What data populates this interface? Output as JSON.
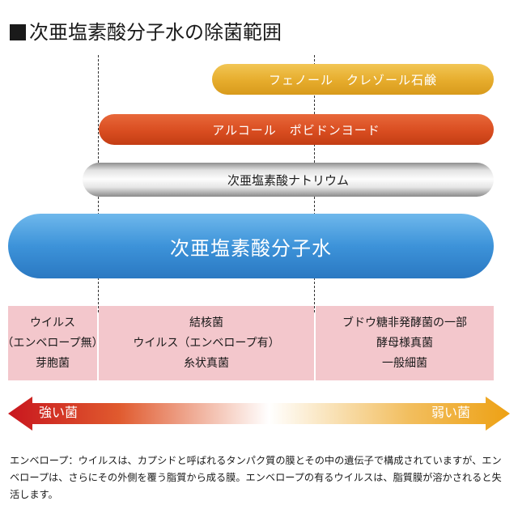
{
  "title": "次亜塩素酸分子水の除菌範囲",
  "bars": {
    "phenol": "フェノール　クレゾール石鹸",
    "alcohol": "アルコール　ポビドンヨード",
    "sodium_hypochlorite": "次亜塩素酸ナトリウム",
    "hypochlorous_water": "次亜塩素酸分子水"
  },
  "microbes": {
    "group1": [
      "ウイルス",
      "（エンベロープ無）",
      "芽胞菌"
    ],
    "group2": [
      "結核菌",
      "ウイルス（エンベロープ有）",
      "糸状真菌"
    ],
    "group3": [
      "ブドウ糖非発酵菌の一部",
      "酵母様真菌",
      "一般細菌"
    ]
  },
  "resistance_scale": {
    "left_label": "強い菌",
    "right_label": "弱い菌"
  },
  "colors": {
    "phenol_bar": "#e6ac2c",
    "alcohol_bar": "#d94d20",
    "sodium_bar": "#e2e2e2",
    "hypochlorous_bar": "#3d93d9",
    "microbe_cell": "#f3c7cc",
    "arrow_left": "#c8161e",
    "arrow_center": "#ffffff",
    "arrow_right": "#eda114"
  },
  "footnote": "エンベロープ：ウイルスは、カプシドと呼ばれるタンパク質の膜とその中の遺伝子で構成されていますが、エンベロープは、さらにその外側を覆う脂質から成る膜。エンベロープの有るウイルスは、脂質膜が溶かされると失活します。"
}
